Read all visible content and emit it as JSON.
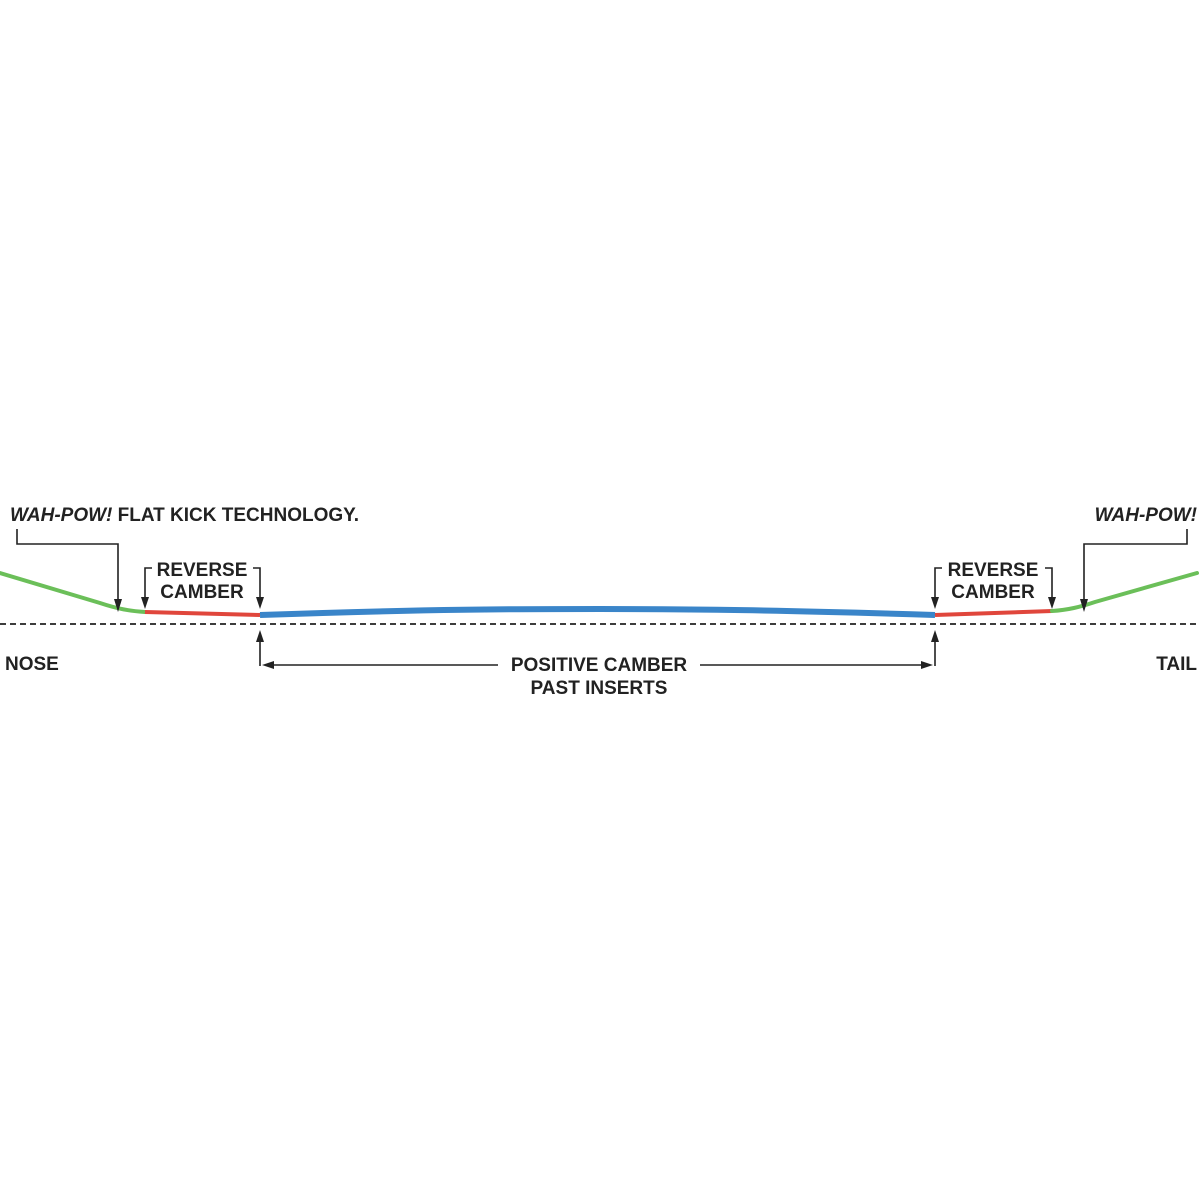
{
  "labels": {
    "wahpow_left": "WAH-POW!",
    "flat_kick": " FLAT KICK TECHNOLOGY.",
    "wahpow_right": "WAH-POW!",
    "reverse_left_1": "REVERSE",
    "reverse_left_2": "CAMBER",
    "reverse_right_1": "REVERSE",
    "reverse_right_2": "CAMBER",
    "nose": "NOSE",
    "tail": "TAIL",
    "positive_1": "POSITIVE CAMBER",
    "positive_2": "PAST INSERTS"
  },
  "colors": {
    "kick": "#6bbf59",
    "reverse_camber": "#e0463c",
    "positive_camber": "#3a85c9",
    "baseline": "#222222"
  }
}
